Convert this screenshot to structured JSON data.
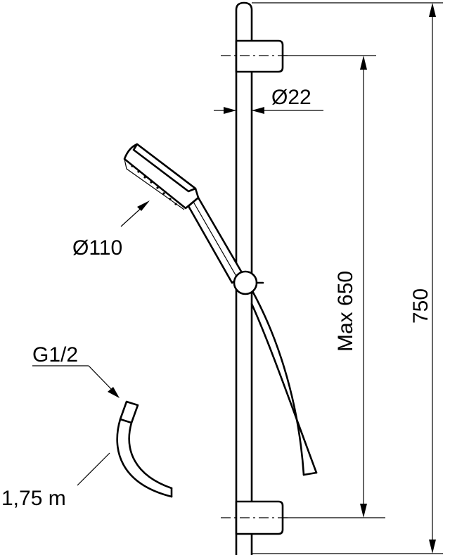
{
  "labels": {
    "rail_diameter": "Ø22",
    "head_diameter": "Ø110",
    "thread": "G1/2",
    "hose_length": "1,75 m",
    "max_height": "Max 650",
    "total_height": "750"
  }
}
